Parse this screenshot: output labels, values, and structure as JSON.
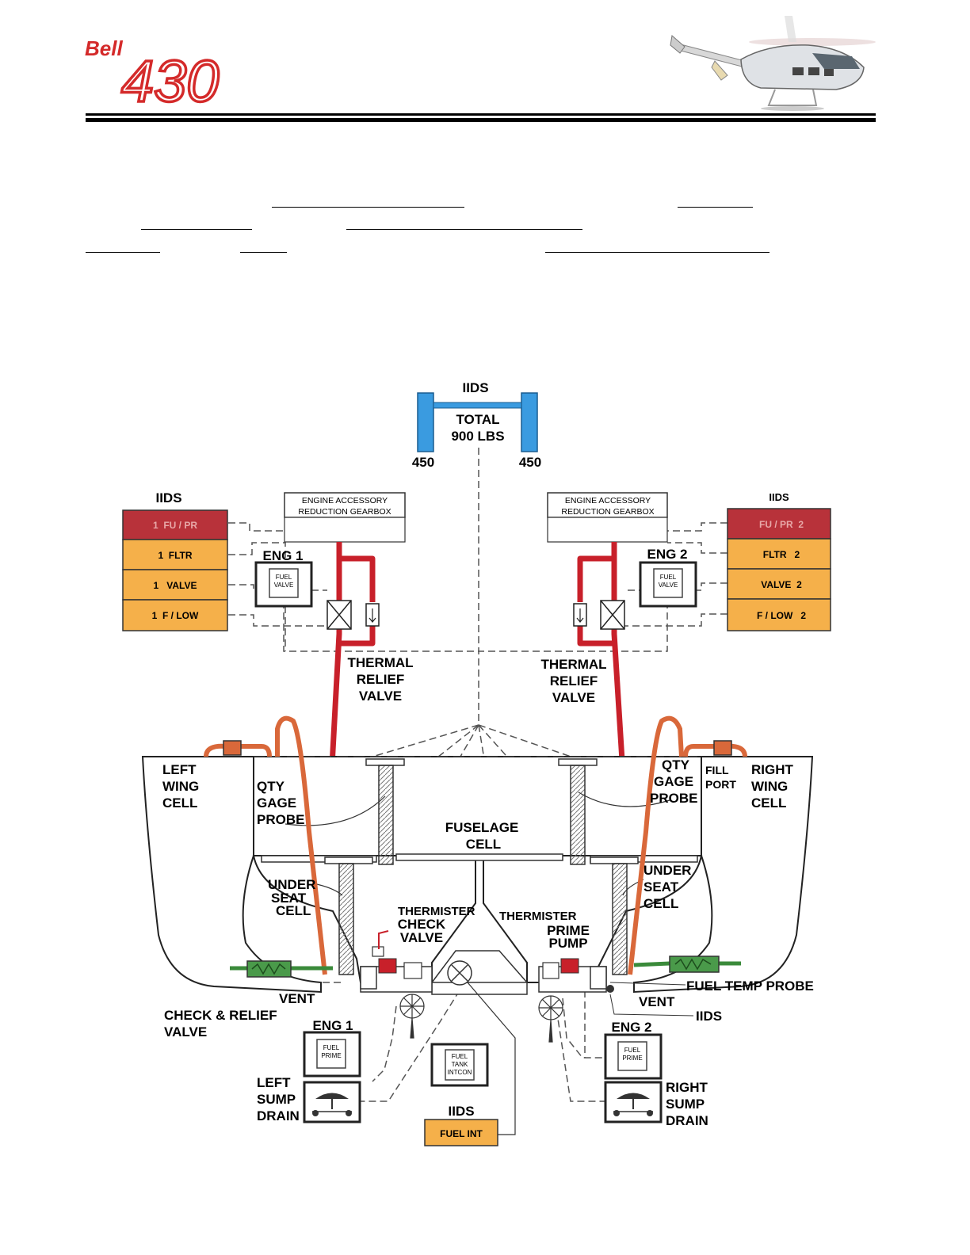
{
  "header": {
    "brand": "Bell",
    "model": "430"
  },
  "colors": {
    "fuel_line": "#c8202a",
    "vent_line": "#d9683a",
    "warning_red": "#b8323a",
    "caution_amber": "#f5b04a",
    "iids_blue": "#3a9be0",
    "crossover_green": "#4a9a4a"
  },
  "iids_top": {
    "title": "IIDS",
    "total_label": "TOTAL",
    "total_value": "900 LBS",
    "left_value": "450",
    "right_value": "450"
  },
  "left_panel": {
    "title": "IIDS",
    "cautions": [
      "1  FU / PR",
      "1  FLTR",
      "1   VALVE",
      "1  F / LOW"
    ]
  },
  "right_panel": {
    "title": "IIDS",
    "cautions": [
      "FU / PR  2",
      "FLTR   2",
      "VALVE  2",
      "F / LOW   2"
    ]
  },
  "gearbox_left": {
    "line1": "ENGINE ACCESSORY",
    "line2": "REDUCTION GEARBOX"
  },
  "gearbox_right": {
    "line1": "ENGINE ACCESSORY",
    "line2": "REDUCTION GEARBOX"
  },
  "switches": {
    "eng1_label": "ENG 1",
    "eng2_label": "ENG 2",
    "fuel_valve_1": [
      "FUEL",
      "VALVE"
    ],
    "fuel_valve_2": [
      "FUEL",
      "VALVE"
    ],
    "eng1_prime_label": "ENG 1",
    "eng2_prime_label": "ENG 2",
    "fuel_prime_1": [
      "FUEL",
      "PRIME"
    ],
    "fuel_prime_2": [
      "FUEL",
      "PRIME"
    ],
    "tank_intcon": [
      "FUEL",
      "TANK",
      "INTCON"
    ]
  },
  "labels": {
    "thermal_left": [
      "THERMAL",
      "RELIEF",
      "VALVE"
    ],
    "thermal_right": [
      "THERMAL",
      "RELIEF",
      "VALVE"
    ],
    "left_wing": [
      "LEFT",
      "WING",
      "CELL"
    ],
    "right_wing": [
      "RIGHT",
      "WING",
      "CELL"
    ],
    "qty_left": [
      "QTY",
      "GAGE",
      "PROBE"
    ],
    "qty_right": [
      "QTY",
      "GAGE",
      "PROBE"
    ],
    "fill_port": [
      "FILL",
      "PORT"
    ],
    "fuselage": [
      "FUSELAGE",
      "CELL"
    ],
    "underseat_left": [
      "UNDER",
      "SEAT",
      "CELL"
    ],
    "underseat_right": [
      "UNDER",
      "SEAT",
      "CELL"
    ],
    "thermister_left": "THERMISTER",
    "thermister_right": "THERMISTER",
    "check_valve": [
      "CHECK",
      "VALVE"
    ],
    "prime_pump": [
      "PRIME",
      "PUMP"
    ],
    "vent_left": "VENT",
    "vent_right": "VENT",
    "fuel_temp_probe": "FUEL TEMP PROBE",
    "iids_right_small": "IIDS",
    "check_relief": [
      "CHECK & RELIEF",
      "VALVE"
    ],
    "left_sump": [
      "LEFT",
      "SUMP",
      "DRAIN"
    ],
    "right_sump": [
      "RIGHT",
      "SUMP",
      "DRAIN"
    ],
    "iids_bottom": "IIDS",
    "fuel_int": "FUEL INT"
  }
}
